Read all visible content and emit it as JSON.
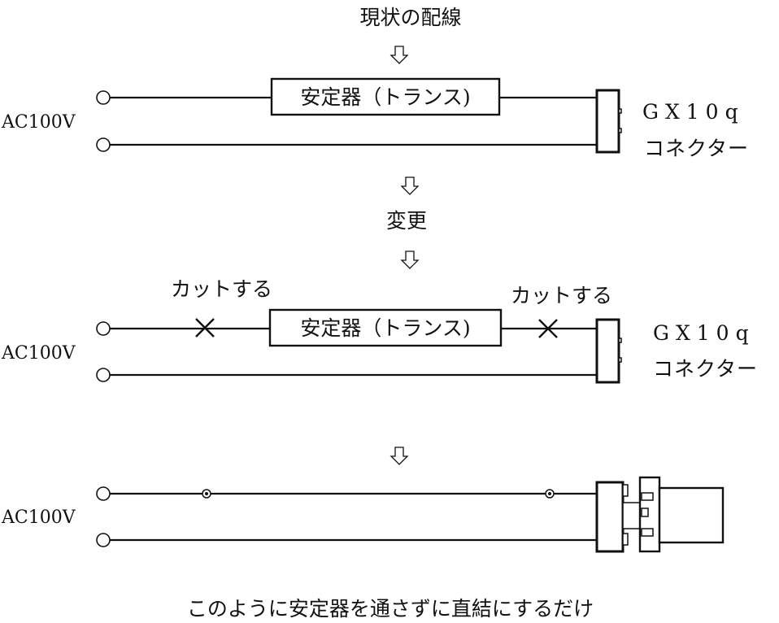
{
  "title": "現状の配線",
  "change_label": "変更",
  "cut_label": "カットする",
  "source_label": "AC100V",
  "stabilizer_label": "安定器（トランス)",
  "connector_model": "GX10q",
  "connector_label": "コネクター",
  "caption": "このように安定器を通さずに直結にするだけ"
}
